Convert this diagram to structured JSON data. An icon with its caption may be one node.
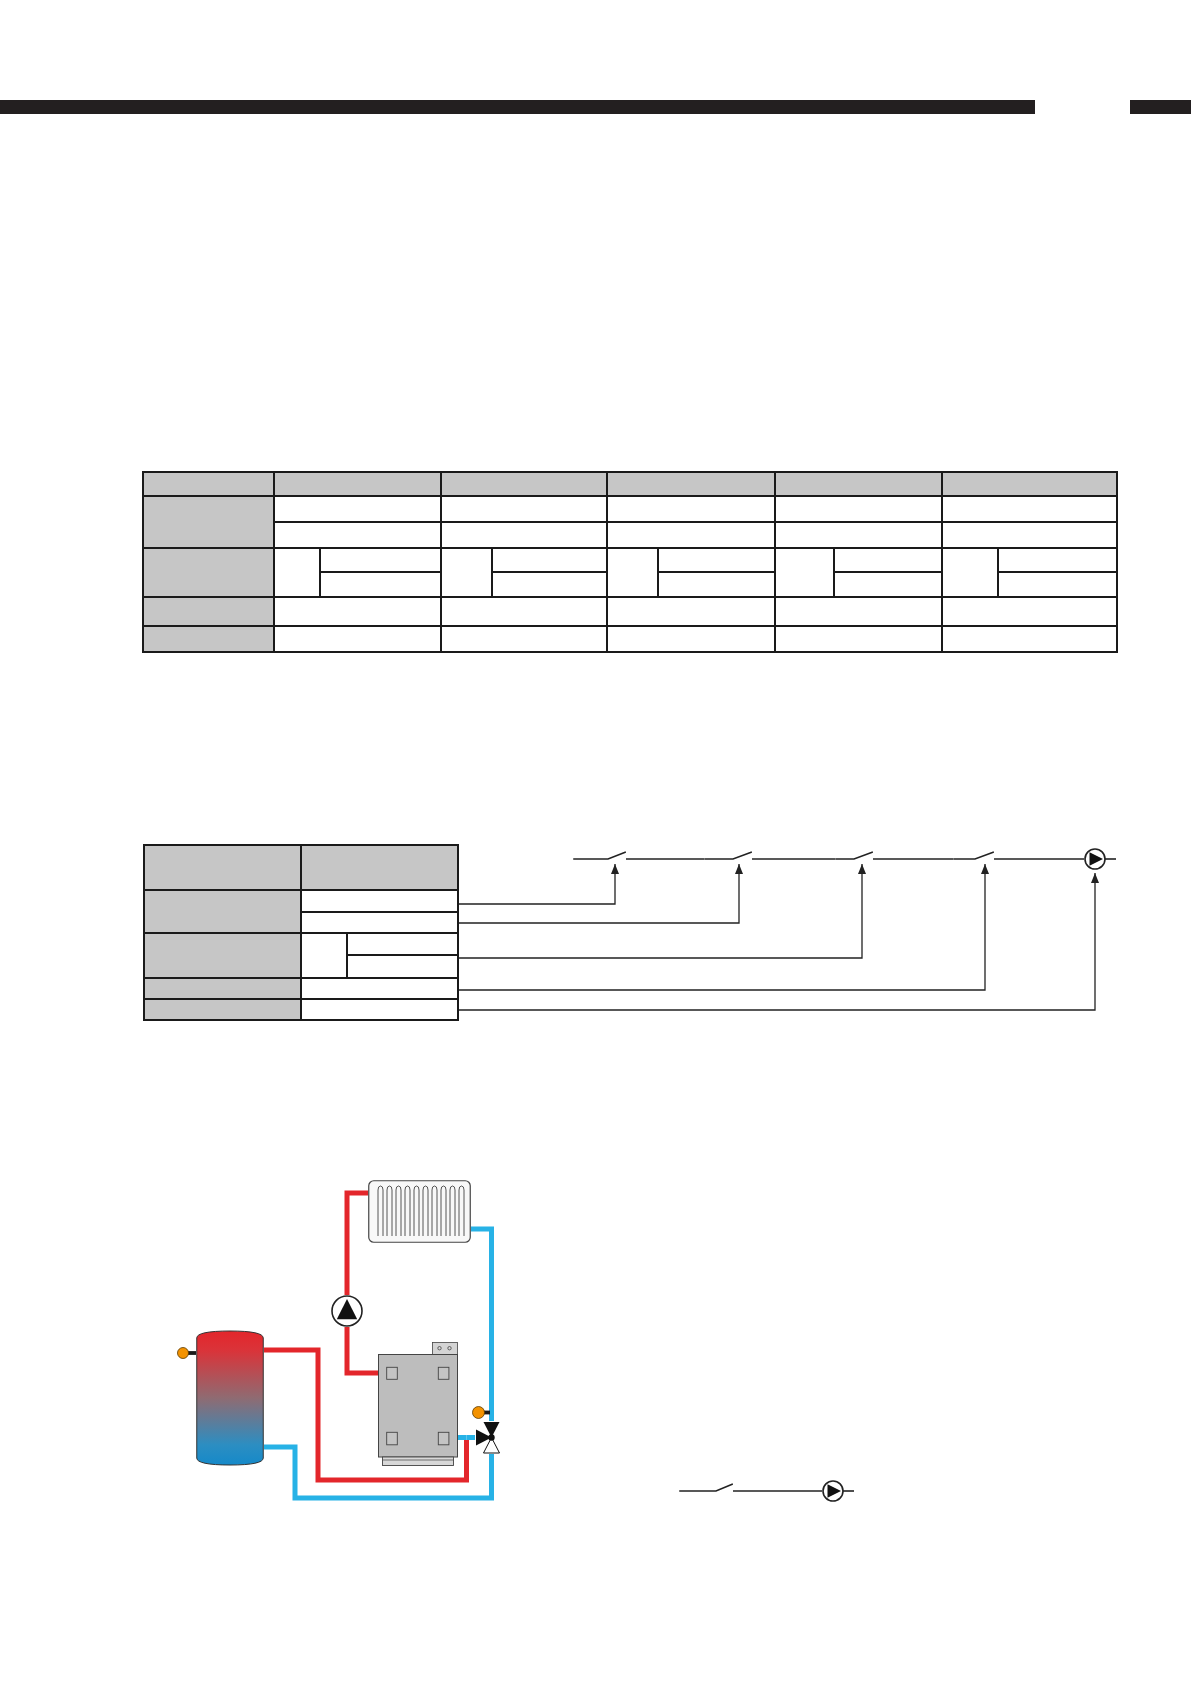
{
  "diagram": {
    "nodes": [
      {
        "text": [],
        "shape": "table"
      },
      {
        "text": [],
        "shape": "switch"
      },
      {
        "text": [],
        "shape": "switch"
      },
      {
        "text": [],
        "shape": "switch"
      },
      {
        "text": [],
        "shape": "switch"
      },
      {
        "text": [],
        "shape": "pump"
      },
      {
        "text": [],
        "shape": "radiator"
      },
      {
        "text": [],
        "shape": "pump"
      },
      {
        "text": [],
        "shape": "cylinder"
      },
      {
        "text": [],
        "shape": "boiler"
      },
      {
        "text": [],
        "shape": "valve"
      },
      {
        "text": [],
        "shape": "switch"
      },
      {
        "text": [],
        "shape": "pump"
      }
    ],
    "edges": [
      {
        "from": 1,
        "to": 2,
        "arrow": "none"
      },
      {
        "from": 2,
        "to": 3,
        "arrow": "none"
      },
      {
        "from": 3,
        "to": 4,
        "arrow": "none"
      },
      {
        "from": 4,
        "to": 5,
        "arrow": "none"
      },
      {
        "from": 0,
        "to": 1,
        "arrow": "to"
      },
      {
        "from": 0,
        "to": 2,
        "arrow": "to"
      },
      {
        "from": 0,
        "to": 3,
        "arrow": "to"
      },
      {
        "from": 0,
        "to": 4,
        "arrow": "to"
      },
      {
        "from": 0,
        "to": 5,
        "arrow": "to"
      },
      {
        "from": 6,
        "to": 7,
        "arrow": "none",
        "style": "thick",
        "color": "#e3262b"
      },
      {
        "from": 7,
        "to": 9,
        "arrow": "none",
        "style": "thick",
        "color": "#e3262b"
      },
      {
        "from": 6,
        "to": 10,
        "arrow": "none",
        "style": "thick",
        "color": "#27b2e6"
      },
      {
        "from": 9,
        "to": 10,
        "arrow": "none",
        "style": "thick",
        "color": "#27b2e6"
      },
      {
        "from": 8,
        "to": 10,
        "arrow": "none",
        "style": "thick",
        "color": "#e3262b"
      },
      {
        "from": 8,
        "to": 10,
        "arrow": "none",
        "style": "thick",
        "color": "#27b2e6"
      },
      {
        "from": 11,
        "to": 12,
        "arrow": "none"
      }
    ]
  }
}
